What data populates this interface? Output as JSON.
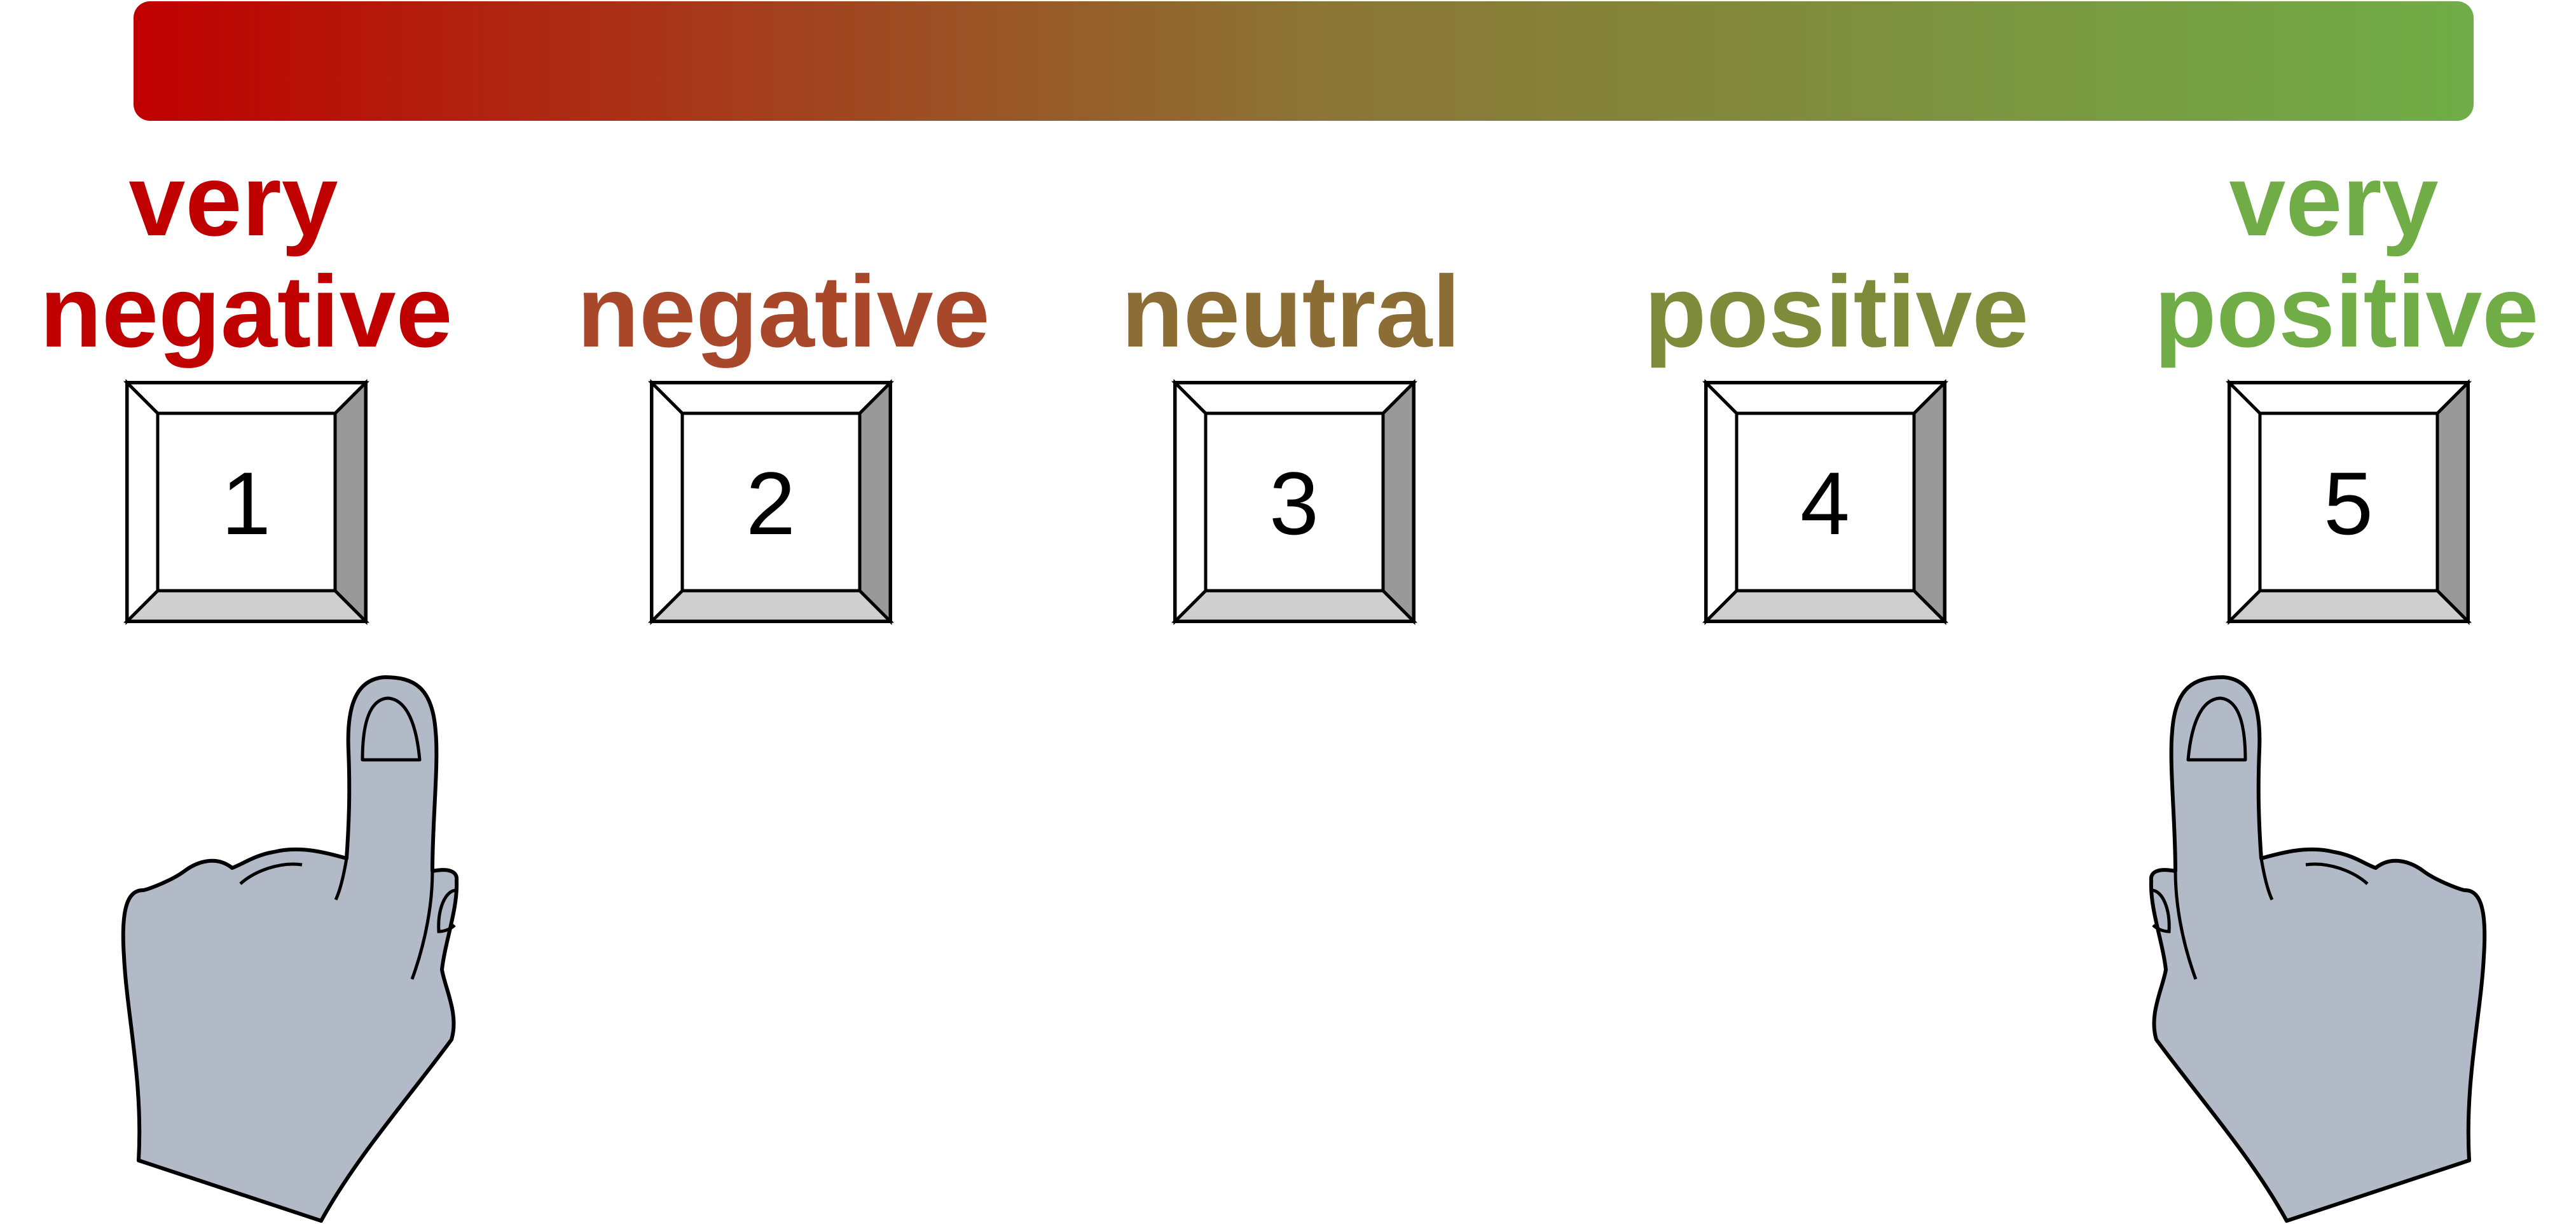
{
  "gradient": {
    "start_color": "#c00000",
    "mid_color": "#8c7435",
    "end_color": "#70ad47"
  },
  "scale": [
    {
      "line1": "very",
      "line2": "negative",
      "number": "1",
      "color": "#c00000"
    },
    {
      "line1": "",
      "line2": "negative",
      "number": "2",
      "color": "#a9472a"
    },
    {
      "line1": "",
      "line2": "neutral",
      "number": "3",
      "color": "#8c6d35"
    },
    {
      "line1": "",
      "line2": "positive",
      "number": "4",
      "color": "#7e8b3b"
    },
    {
      "line1": "very",
      "line2": "positive",
      "number": "5",
      "color": "#70ad47"
    }
  ],
  "hands": [
    {
      "icon": "pointing-hand-icon",
      "points_to": "1",
      "color": "#b3bac7"
    },
    {
      "icon": "pointing-hand-icon",
      "points_to": "5",
      "color": "#b3bac7"
    }
  ]
}
